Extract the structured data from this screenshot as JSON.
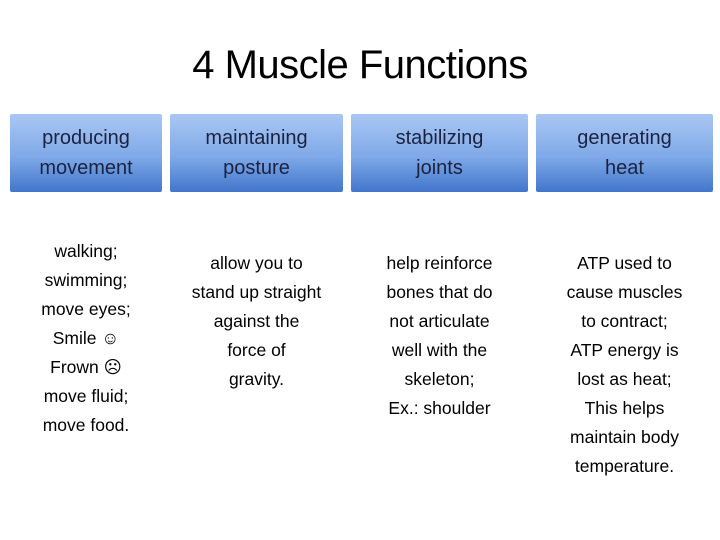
{
  "slide": {
    "title": "4 Muscle Functions",
    "columns": [
      {
        "id": "producing-movement",
        "header_lines": [
          "producing",
          "movement"
        ],
        "body_lines": [
          "walking;",
          "swimming;",
          "move eyes;",
          "Smile ☺",
          "Frown ☹",
          "move fluid;",
          "move food."
        ]
      },
      {
        "id": "maintaining-posture",
        "header_lines": [
          "maintaining",
          "posture"
        ],
        "body_lines": [
          "allow you to",
          "stand up straight",
          "against the",
          "force of",
          "gravity."
        ]
      },
      {
        "id": "stabilizing-joints",
        "header_lines": [
          "stabilizing",
          "joints"
        ],
        "body_lines": [
          "help reinforce",
          "bones that do",
          "not articulate",
          "well with the",
          "skeleton;",
          "Ex.: shoulder"
        ]
      },
      {
        "id": "generating-heat",
        "header_lines": [
          "generating",
          "heat"
        ],
        "body_lines": [
          "ATP used to",
          "cause muscles",
          "to contract;",
          "ATP energy is",
          "lost as heat;",
          "This helps",
          "maintain body",
          "temperature."
        ]
      }
    ],
    "colors": {
      "background": "#ffffff",
      "header_gradient_top": "#a9c7f3",
      "header_gradient_mid": "#7fa9e8",
      "header_gradient_bottom": "#4276cb",
      "header_text": "#1b2240",
      "body_text": "#000000"
    }
  }
}
